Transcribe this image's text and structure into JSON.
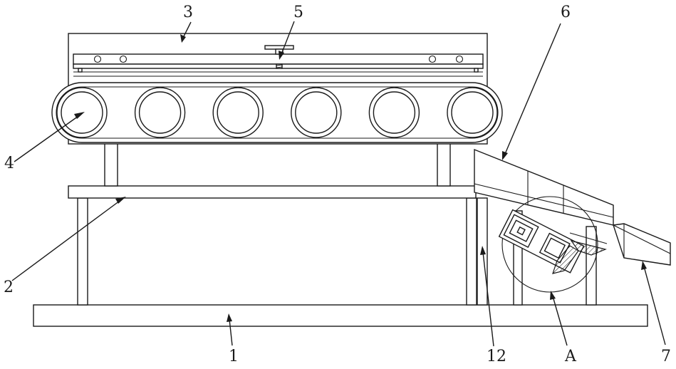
{
  "diagram": {
    "labels": [
      {
        "key": "base",
        "text": "1"
      },
      {
        "key": "platform",
        "text": "2"
      },
      {
        "key": "frame",
        "text": "3"
      },
      {
        "key": "roller",
        "text": "4"
      },
      {
        "key": "adjuster",
        "text": "5"
      },
      {
        "key": "chute",
        "text": "6"
      },
      {
        "key": "chute-extension",
        "text": "7"
      },
      {
        "key": "support-leg",
        "text": "12"
      },
      {
        "key": "detail-a",
        "text": "A"
      }
    ],
    "roller_count": 6,
    "colors": {
      "line": "#1a1a1a",
      "background": "#ffffff"
    }
  }
}
